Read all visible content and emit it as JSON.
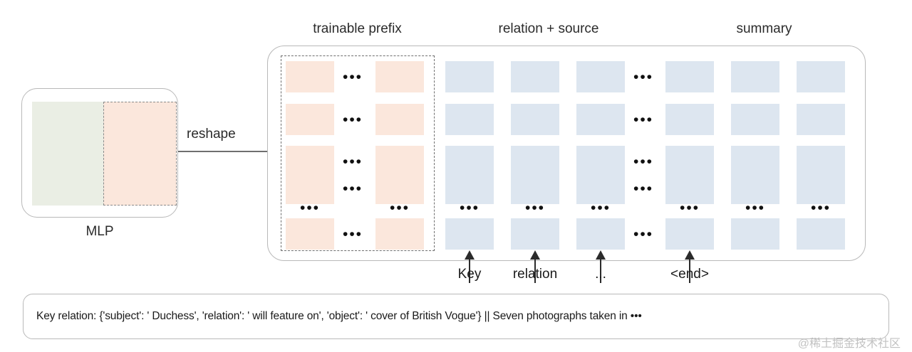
{
  "sections": {
    "prefix_label": "trainable prefix",
    "relation_source_label": "relation + source",
    "summary_label": "summary"
  },
  "mlp": {
    "caption": "MLP",
    "green_block_color": "#eaeee4",
    "peach_block_color": "#fbe7dc"
  },
  "reshape": {
    "label": "reshape"
  },
  "grid": {
    "ellipsis": "•••",
    "row_ellipsis": "•••",
    "prefix_color": "#fbe7dc",
    "token_color": "#dde6f0",
    "rows": 5,
    "prefix_columns": 2,
    "token_columns": 6
  },
  "tokens": [
    {
      "label": "Key"
    },
    {
      "label": "relation"
    },
    {
      "label": "..."
    },
    {
      "label": "<end>"
    }
  ],
  "bottom_panel": {
    "text": "Key relation: {'subject': ' Duchess', 'relation': ' will feature on', 'object': ' cover of British Vogue'} || Seven photographs taken in •••"
  },
  "watermark": {
    "text": "@稀土掘金技术社区"
  }
}
